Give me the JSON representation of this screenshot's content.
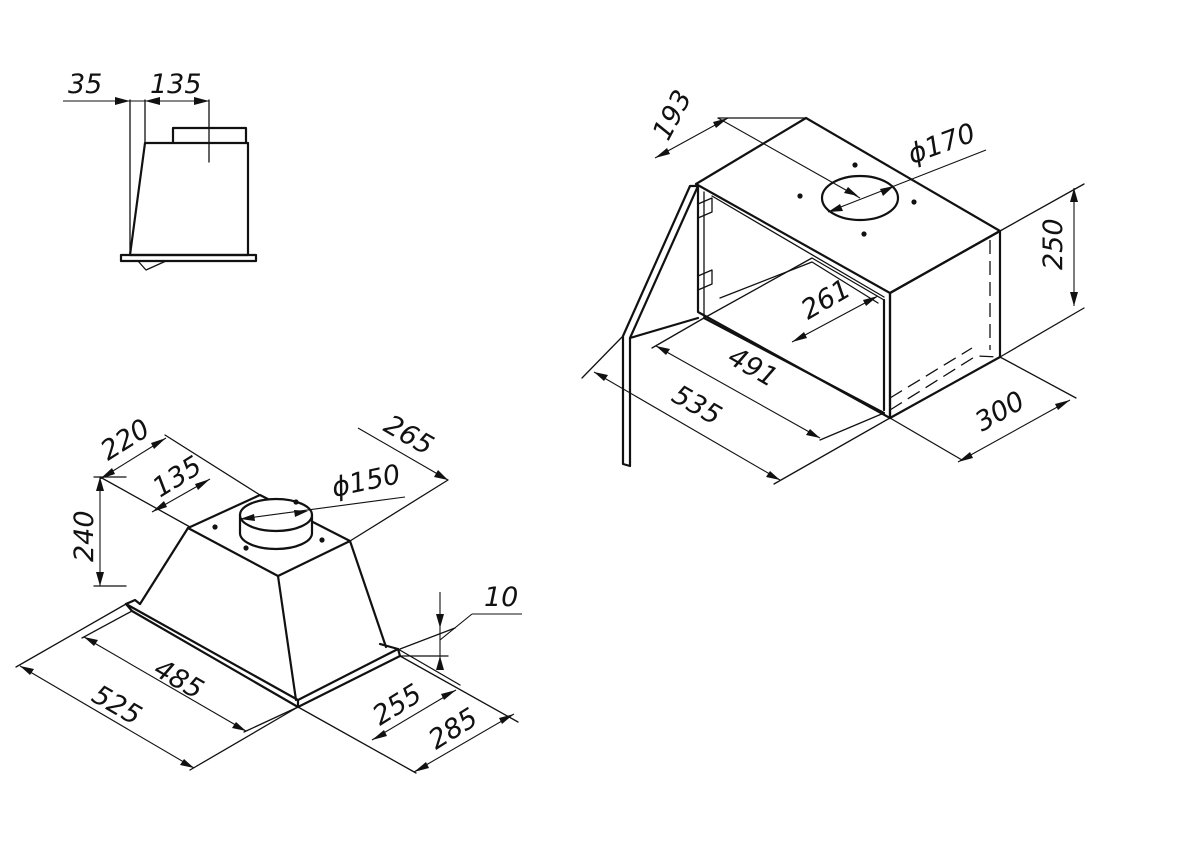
{
  "side_view": {
    "dims": {
      "d35": "35",
      "d135": "135"
    }
  },
  "built_in_hood": {
    "dims": {
      "d220": "220",
      "d265": "265",
      "d135": "135",
      "dia150": "ϕ150",
      "d240": "240",
      "d10": "10",
      "d485": "485",
      "d525": "525",
      "d255": "255",
      "d285": "285"
    }
  },
  "cabinet": {
    "dims": {
      "d193": "193",
      "dia170": "ϕ170",
      "d250": "250",
      "d261": "261",
      "d491": "491",
      "d535": "535",
      "d300": "300"
    }
  }
}
